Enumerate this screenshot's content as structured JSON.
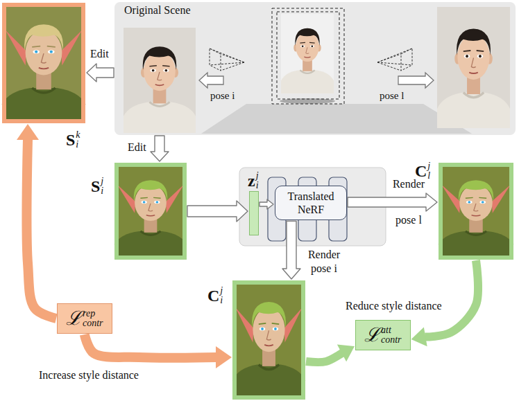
{
  "diagram": {
    "nodes": [
      {
        "text": [
          "Original Scene"
        ]
      },
      {
        "text": [
          "S",
          "k",
          "i"
        ]
      },
      {
        "text": [
          "S",
          "j",
          "i"
        ]
      },
      {
        "text": [
          "z",
          "j",
          "i"
        ]
      },
      {
        "text": [
          "Translated NeRF"
        ]
      },
      {
        "text": [
          "C",
          "j",
          "l"
        ]
      },
      {
        "text": [
          "C",
          "j",
          "i"
        ]
      },
      {
        "text": [
          "ℒ",
          "rep",
          "contr",
          "Increase style distance"
        ]
      },
      {
        "text": [
          "Reduce style distance",
          "ℒ",
          "att",
          "contr"
        ]
      }
    ],
    "edges": [
      {
        "from": 0,
        "to": 1,
        "arrow": "to",
        "label": "Edit"
      },
      {
        "from": 0,
        "to": 2,
        "arrow": "to",
        "label": "Edit"
      },
      {
        "from": 2,
        "to": 3,
        "arrow": "to"
      },
      {
        "from": 3,
        "to": 4,
        "arrow": "to"
      },
      {
        "from": 4,
        "to": 5,
        "arrow": "to",
        "label": "Render pose l"
      },
      {
        "from": 4,
        "to": 6,
        "arrow": "to",
        "label": "Render pose i"
      },
      {
        "from": 7,
        "to": 1,
        "arrow": "to"
      },
      {
        "from": 7,
        "to": 6,
        "arrow": "to"
      },
      {
        "from": 6,
        "to": 8,
        "arrow": "to"
      },
      {
        "from": 5,
        "to": 8,
        "arrow": "to"
      }
    ],
    "labels": [
      "pose i",
      "pose l"
    ]
  }
}
